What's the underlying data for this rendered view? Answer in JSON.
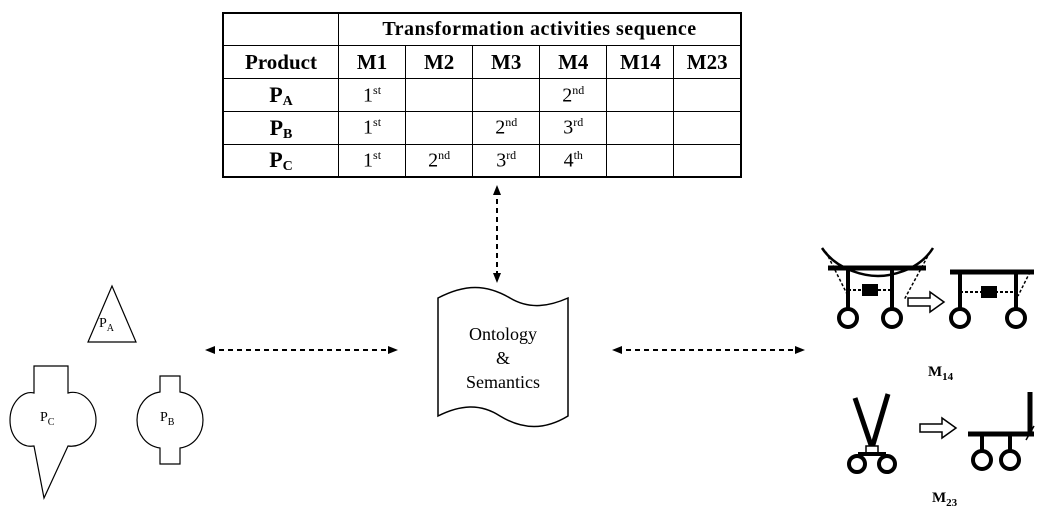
{
  "table": {
    "header_title": "Transformation activities sequence",
    "product_label": "Product",
    "columns": [
      "M1",
      "M2",
      "M3",
      "M4",
      "M14",
      "M23"
    ],
    "rows": [
      {
        "product": "P",
        "sub": "A",
        "cells": [
          [
            "1",
            "st"
          ],
          [
            "",
            ""
          ],
          [
            "",
            ""
          ],
          [
            "2",
            "nd"
          ],
          [
            "",
            ""
          ],
          [
            "",
            ""
          ]
        ]
      },
      {
        "product": "P",
        "sub": "B",
        "cells": [
          [
            "1",
            "st"
          ],
          [
            "",
            ""
          ],
          [
            "2",
            "nd"
          ],
          [
            "3",
            "rd"
          ],
          [
            "",
            ""
          ],
          [
            "",
            ""
          ]
        ]
      },
      {
        "product": "P",
        "sub": "C",
        "cells": [
          [
            "1",
            "st"
          ],
          [
            "2",
            "nd"
          ],
          [
            "3",
            "rd"
          ],
          [
            "4",
            "th"
          ],
          [
            "",
            ""
          ],
          [
            "",
            ""
          ]
        ]
      }
    ]
  },
  "center": {
    "line1": "Ontology",
    "line2": "&",
    "line3": "Semantics"
  },
  "products": {
    "pa": {
      "main": "P",
      "sub": "A"
    },
    "pb": {
      "main": "P",
      "sub": "B"
    },
    "pc": {
      "main": "P",
      "sub": "C"
    }
  },
  "machines": {
    "m14": {
      "main": "M",
      "sub": "14"
    },
    "m23": {
      "main": "M",
      "sub": "23"
    }
  }
}
